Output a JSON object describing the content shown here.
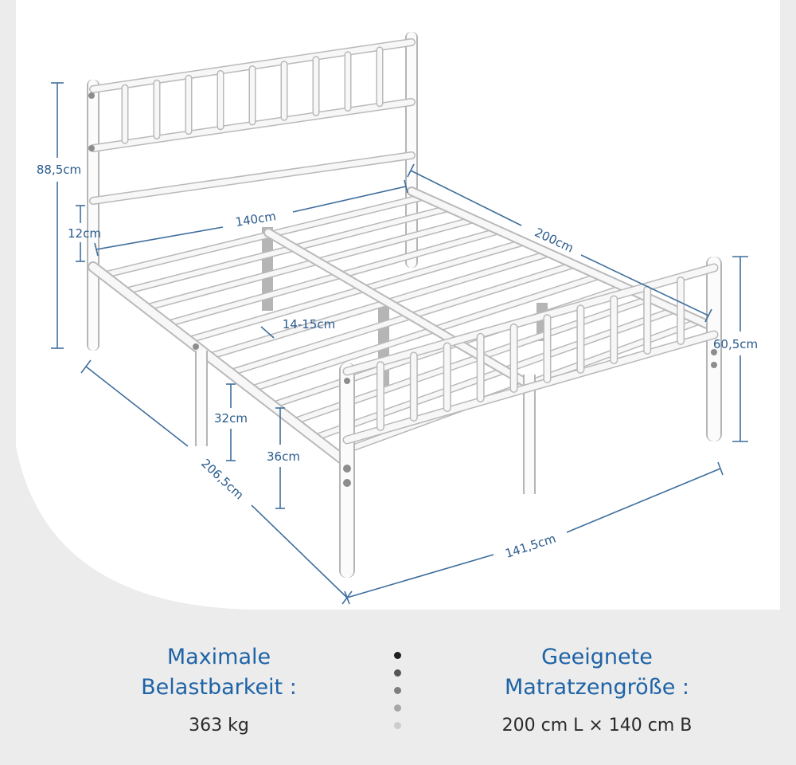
{
  "dimensions": {
    "headboard_height": "88,5cm",
    "headboard_gap": "12cm",
    "width_inner": "140cm",
    "length_inner": "200cm",
    "footboard_height": "60,5cm",
    "slat_gap": "14-15cm",
    "clearance_under_rail": "32cm",
    "clearance_under_slats": "36cm",
    "length_total": "206,5cm",
    "width_total": "141,5cm"
  },
  "info": {
    "left_title_1": "Maximale",
    "left_title_2": "Belastbarkeit :",
    "left_value": "363 kg",
    "right_title_1": "Geeignete",
    "right_title_2": "Matratzengröße :",
    "right_value": "200 cm L × 140 cm B"
  },
  "colors": {
    "accent": "#1e63a6",
    "dimension_line": "#3f6e9c",
    "panel": "#ffffff",
    "background": "#ececec",
    "dots": [
      "#1f1f1f",
      "#555555",
      "#7e7e7e",
      "#a7a7a7",
      "#cdcdcd"
    ]
  }
}
